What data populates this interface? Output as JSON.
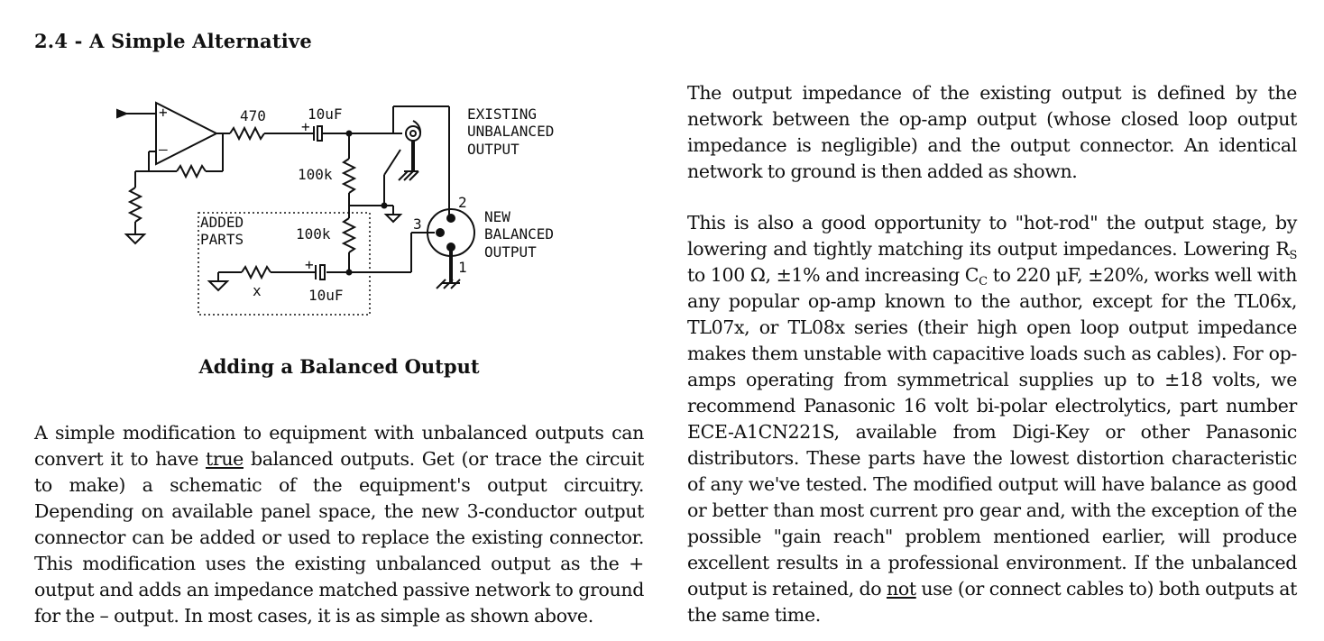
{
  "section": {
    "title": "2.4 - A Simple Alternative"
  },
  "figure": {
    "caption": "Adding a Balanced Output",
    "labels": {
      "r1": "470",
      "c1": "10uF",
      "r2": "100k",
      "r3": "100k",
      "c2": "10uF",
      "rx": "x",
      "existing": [
        "EXISTING",
        "UNBALANCED",
        "OUTPUT"
      ],
      "new": [
        "NEW",
        "BALANCED",
        "OUTPUT"
      ],
      "added": [
        "ADDED",
        "PARTS"
      ],
      "pin1": "1",
      "pin2": "2",
      "pin3": "3",
      "plus": "+",
      "minus": "–"
    }
  },
  "left_paragraph": {
    "p1": "A simple modification to equipment with unbalanced outputs can convert it to have ",
    "p1_u": "true",
    "p1b": " balanced outputs. Get (or trace the circuit to make) a schematic of the equipment's output circuitry. Depending on available panel space, the new 3-conductor output connector can be added or used to replace the existing connector. This modification uses the existing unbalanced output as the + output and adds an impedance matched passive network to ground for the – output. In most cases, it is as simple as shown above."
  },
  "right_paragraphs": {
    "p1": "The output impedance of the existing output is defined by the network between the op-amp output (whose closed loop output impedance is negligible) and the output connector. An identical network to ground is then added as shown.",
    "p2a": "This is also a good opportunity to \"hot-rod\" the output stage, by lowering and tightly matching its output impedances. Lowering R",
    "p2_sub1": "S",
    "p2b": " to 100 Ω, ±1% and increasing C",
    "p2_sub2": "C",
    "p2c": " to 220 μF, ±20%, works well with any popular op-amp known to the author, except for the TL06x, TL07x, or TL08x series (their high open loop output impedance makes them unstable with capacitive loads such as cables). For op-amps operating from symmetrical supplies up to ±18 volts, we recommend Panasonic 16 volt bi-polar electrolytics, part number ECE-A1CN221S, available from Digi-Key or other Panasonic distributors. These parts have the lowest distortion characteristic of any we've tested. The modified output will have balance as good or better than most current pro gear and, with the exception of the possible \"gain reach\" problem mentioned earlier, will produce excellent results in a professional environment. If the unbalanced output is retained, do ",
    "p2_u": "not",
    "p2d": " use (or connect cables to) both outputs at the same time."
  }
}
